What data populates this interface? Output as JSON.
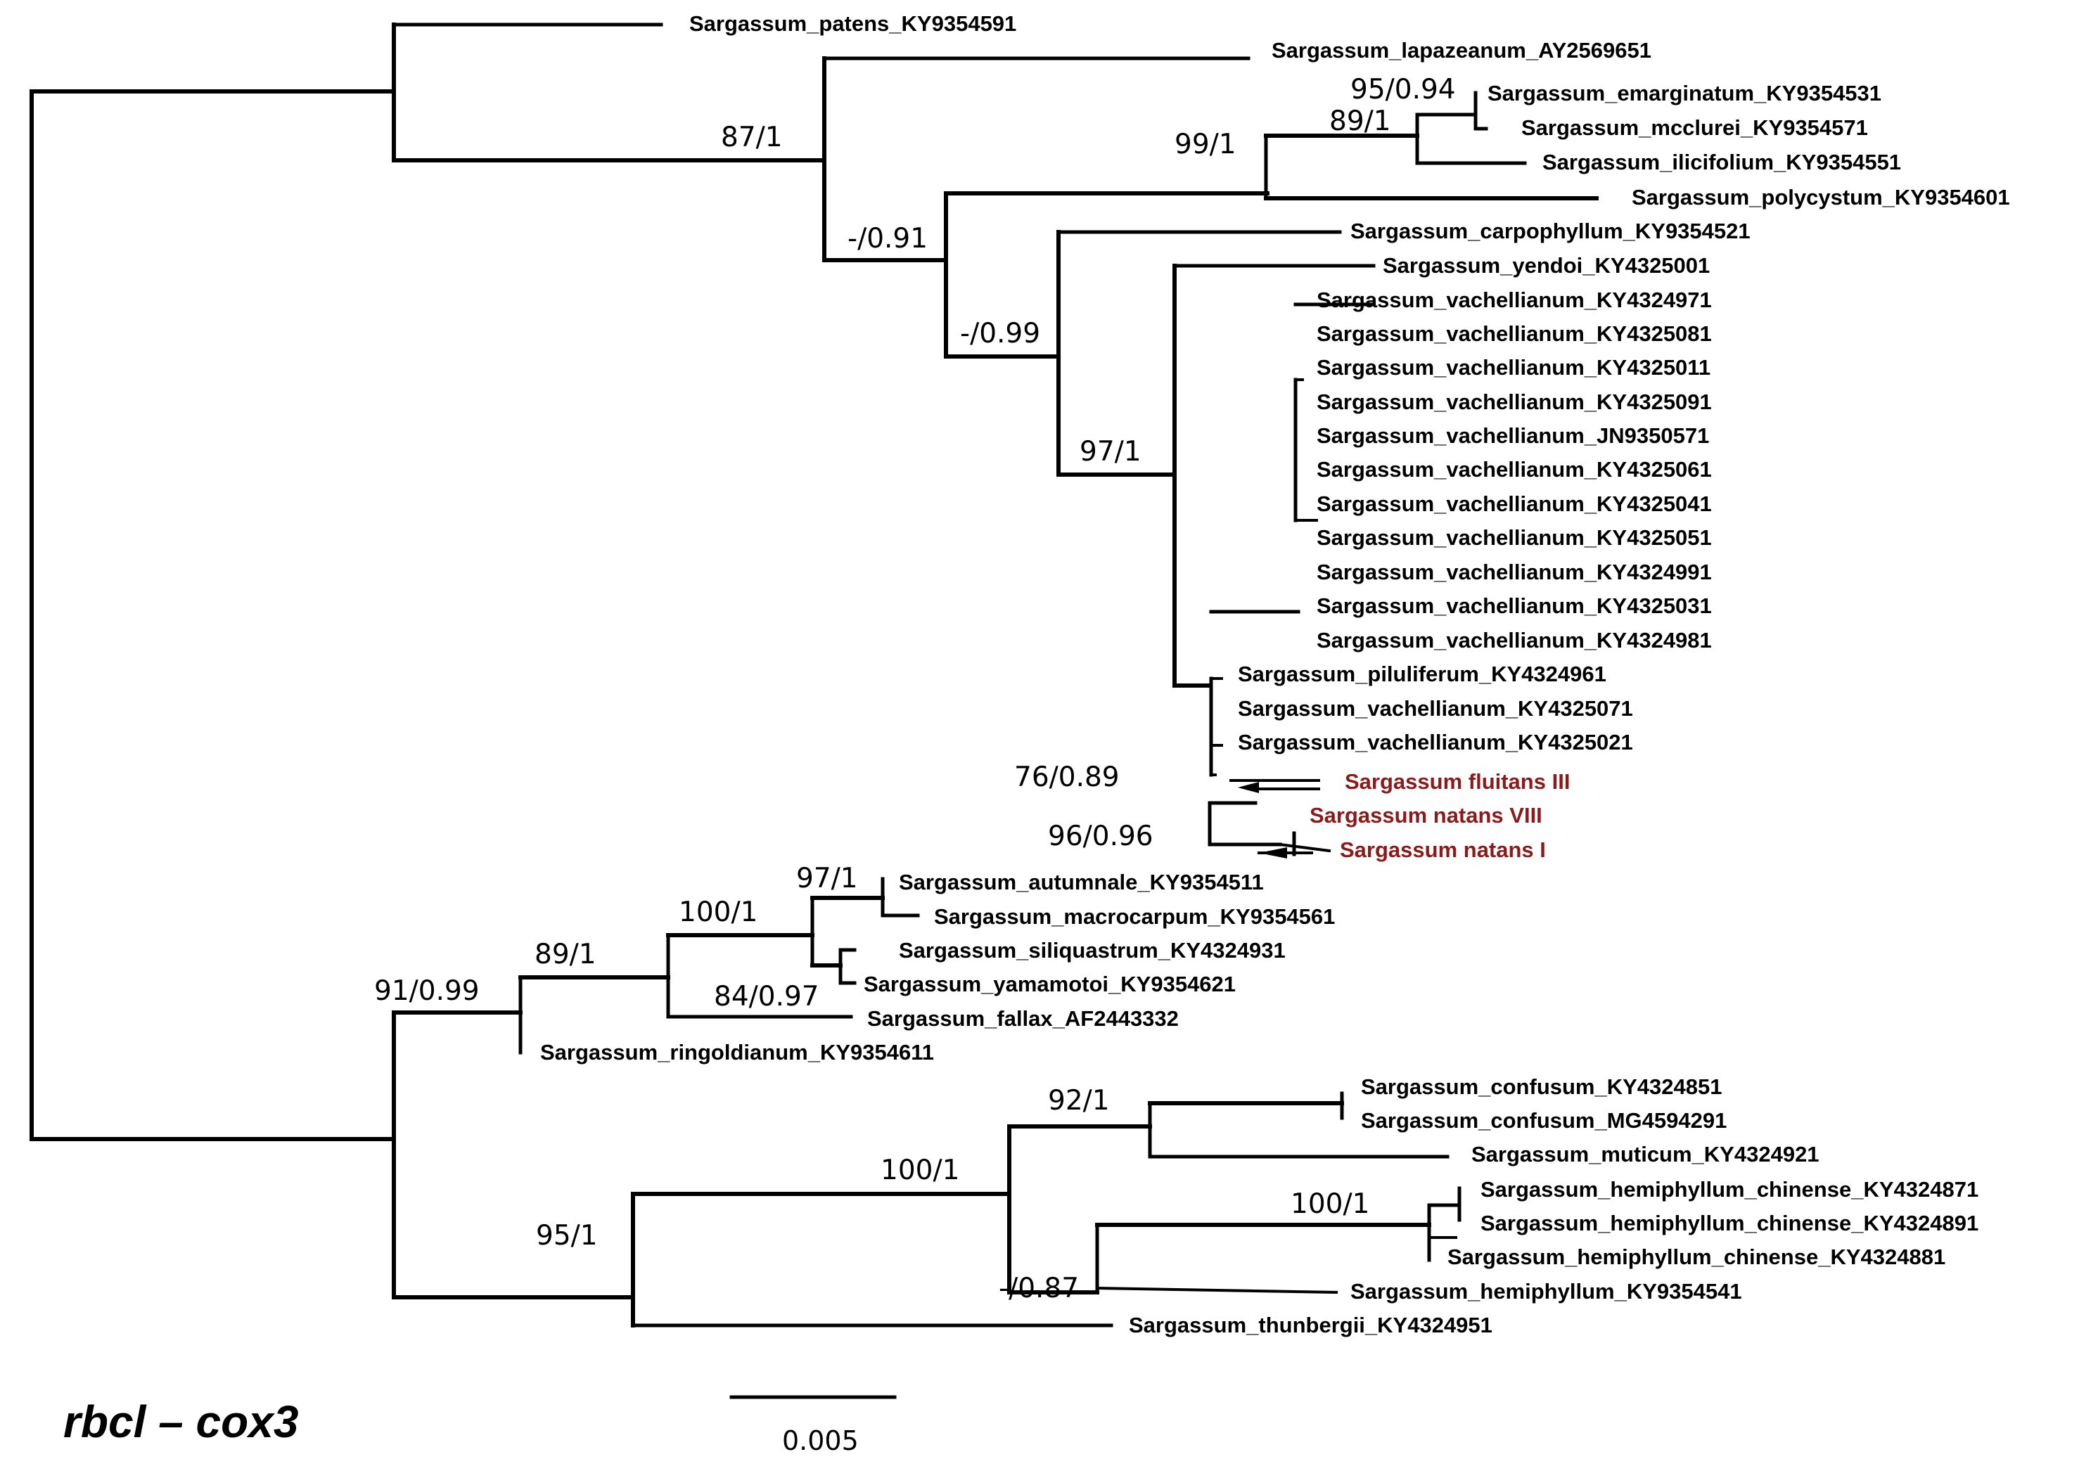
{
  "caption": "rbcl – cox3",
  "scale_bar": {
    "label": "0.005"
  },
  "highlight_color": "#8b1a1a",
  "leaves": [
    {
      "id": "patens",
      "name": "Sargassum_patens_KY9354591"
    },
    {
      "id": "lapazeanum",
      "name": "Sargassum_lapazeanum_AY2569651"
    },
    {
      "id": "emarginatum",
      "name": "Sargassum_emarginatum_KY9354531"
    },
    {
      "id": "mcclurei",
      "name": "Sargassum_mcclurei_KY9354571"
    },
    {
      "id": "ilicifolium",
      "name": "Sargassum_ilicifolium_KY9354551"
    },
    {
      "id": "polycystum",
      "name": "Sargassum_polycystum_KY9354601"
    },
    {
      "id": "carpophyllum",
      "name": "Sargassum_carpophyllum_KY9354521"
    },
    {
      "id": "yendoi",
      "name": "Sargassum_yendoi_KY4325001"
    },
    {
      "id": "vach1",
      "name": "Sargassum_vachellianum_KY4324971"
    },
    {
      "id": "vach2",
      "name": "Sargassum_vachellianum_KY4325081"
    },
    {
      "id": "vach3",
      "name": "Sargassum_vachellianum_KY4325011"
    },
    {
      "id": "vach4",
      "name": "Sargassum_vachellianum_KY4325091"
    },
    {
      "id": "vach5",
      "name": "Sargassum_vachellianum_JN9350571"
    },
    {
      "id": "vach6",
      "name": "Sargassum_vachellianum_KY4325061"
    },
    {
      "id": "vach7",
      "name": "Sargassum_vachellianum_KY4325041"
    },
    {
      "id": "vach8",
      "name": "Sargassum_vachellianum_KY4325051"
    },
    {
      "id": "vach9",
      "name": "Sargassum_vachellianum_KY4324991"
    },
    {
      "id": "vach10",
      "name": "Sargassum_vachellianum_KY4325031"
    },
    {
      "id": "vach11",
      "name": "Sargassum_vachellianum_KY4324981"
    },
    {
      "id": "piluliferum",
      "name": "Sargassum_piluliferum_KY4324961"
    },
    {
      "id": "vach12",
      "name": "Sargassum_vachellianum_KY4325071"
    },
    {
      "id": "vach13",
      "name": "Sargassum_vachellianum_KY4325021"
    },
    {
      "id": "fluitans",
      "name": "Sargassum fluitans III",
      "highlight": true
    },
    {
      "id": "natans8",
      "name": "Sargassum natans VIII",
      "highlight": true
    },
    {
      "id": "natans1",
      "name": "Sargassum natans I",
      "highlight": true
    },
    {
      "id": "autumnale",
      "name": "Sargassum_autumnale_KY9354511"
    },
    {
      "id": "macrocarpum",
      "name": "Sargassum_macrocarpum_KY9354561"
    },
    {
      "id": "siliquastrum",
      "name": "Sargassum_siliquastrum_KY4324931"
    },
    {
      "id": "yamamotoi",
      "name": "Sargassum_yamamotoi_KY9354621"
    },
    {
      "id": "fallax",
      "name": "Sargassum_fallax_AF2443332"
    },
    {
      "id": "ringoldianum",
      "name": "Sargassum_ringoldianum_KY9354611"
    },
    {
      "id": "confusum1",
      "name": "Sargassum_confusum_KY4324851"
    },
    {
      "id": "confusum2",
      "name": "Sargassum_confusum_MG4594291"
    },
    {
      "id": "muticum",
      "name": "Sargassum_muticum_KY4324921"
    },
    {
      "id": "hemichin1",
      "name": "Sargassum_hemiphyllum_chinense_KY4324871"
    },
    {
      "id": "hemichin2",
      "name": "Sargassum_hemiphyllum_chinense_KY4324891"
    },
    {
      "id": "hemichin3",
      "name": "Sargassum_hemiphyllum_chinense_KY4324881"
    },
    {
      "id": "hemiphyllum",
      "name": "Sargassum_hemiphyllum_KY9354541"
    },
    {
      "id": "thunbergii",
      "name": "Sargassum_thunbergii_KY4324951"
    }
  ],
  "support_values": [
    {
      "id": "s87",
      "text": "87/1"
    },
    {
      "id": "s9594",
      "text": "95/0.94"
    },
    {
      "id": "s891a",
      "text": "89/1"
    },
    {
      "id": "s991",
      "text": "99/1"
    },
    {
      "id": "s091",
      "text": "-/0.91"
    },
    {
      "id": "s099",
      "text": "-/0.99"
    },
    {
      "id": "s971a",
      "text": "97/1"
    },
    {
      "id": "s7689",
      "text": "76/0.89"
    },
    {
      "id": "s9696",
      "text": "96/0.96"
    },
    {
      "id": "s971b",
      "text": "97/1"
    },
    {
      "id": "s1001a",
      "text": "100/1"
    },
    {
      "id": "s891b",
      "text": "89/1"
    },
    {
      "id": "s9199",
      "text": "91/0.99"
    },
    {
      "id": "s8497",
      "text": "84/0.97"
    },
    {
      "id": "s921",
      "text": "92/1"
    },
    {
      "id": "s1001b",
      "text": "100/1"
    },
    {
      "id": "s951",
      "text": "95/1"
    },
    {
      "id": "s1001c",
      "text": "100/1"
    },
    {
      "id": "s087",
      "text": "-/0.87"
    }
  ]
}
